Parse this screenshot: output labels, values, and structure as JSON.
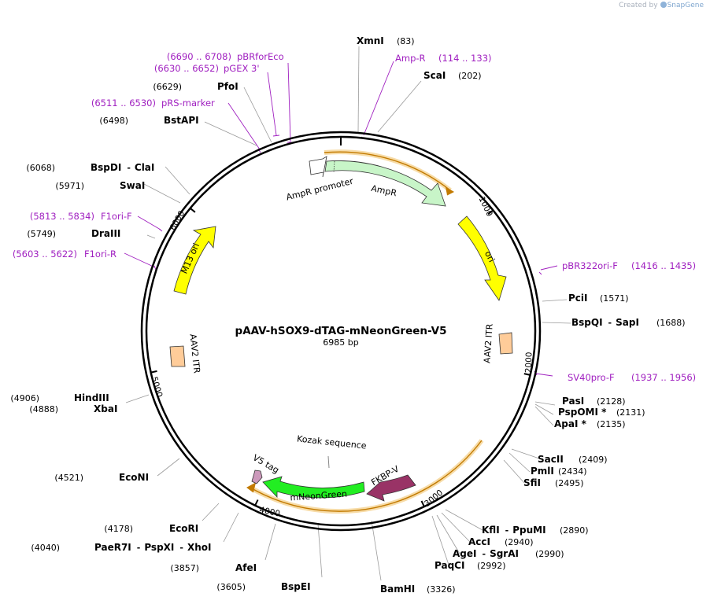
{
  "credit": {
    "prefix": "Created by",
    "brand": "SnapGene"
  },
  "plasmid": {
    "name": "pAAV-hSOX9-dTAG-mNeonGreen-V5",
    "length_label": "6985 bp",
    "length_bp": 6985
  },
  "colors": {
    "primer": "#a020c0",
    "ampr": "#c8f5c8",
    "ori": "#ffff00",
    "itr": "#ffcc99",
    "mneongreen": "#22ee22",
    "fkbp": "#993366",
    "v5": "#cc99bb",
    "orf": "#e0a040",
    "backbone": "#000000"
  },
  "tick_labels": [
    "1000",
    "2000",
    "3000",
    "4000",
    "5000",
    "6000"
  ],
  "sites": [
    {
      "name": "XmnI",
      "pos": "(83)"
    },
    {
      "name": "ScaI",
      "pos": "(202)"
    },
    {
      "name": "PciI",
      "pos": "(1571)"
    },
    {
      "name": "BspQI",
      "sep": "-",
      "name2": "SapI",
      "pos": "(1688)"
    },
    {
      "name": "PasI",
      "pos": "(2128)"
    },
    {
      "name": "PspOMI *",
      "pos": "(2131)"
    },
    {
      "name": "ApaI *",
      "pos": "(2135)"
    },
    {
      "name": "SacII",
      "pos": "(2409)"
    },
    {
      "name": "PmlI",
      "pos": "(2434)"
    },
    {
      "name": "SfiI",
      "pos": "(2495)"
    },
    {
      "name": "KflI",
      "sep": "-",
      "name2": "PpuMI",
      "pos": "(2890)"
    },
    {
      "name": "AccI",
      "pos": "(2940)"
    },
    {
      "name": "AgeI",
      "sep": "-",
      "name2": "SgrAI",
      "pos": "(2990)"
    },
    {
      "name": "PaqCI",
      "pos": "(2992)"
    },
    {
      "name": "BamHI",
      "pos": "(3326)"
    },
    {
      "name": "BspEI",
      "pos": "(3605)"
    },
    {
      "name": "AfeI",
      "pos": "(3857)"
    },
    {
      "name": "PaeR7I",
      "sep": "-",
      "name2": "PspXI",
      "sep2": "-",
      "name3": "XhoI",
      "pos": "(4040)"
    },
    {
      "name": "EcoRI",
      "pos": "(4178)"
    },
    {
      "name": "EcoNI",
      "pos": "(4521)"
    },
    {
      "name": "XbaI",
      "pos": "(4888)"
    },
    {
      "name": "HindIII",
      "pos": "(4906)"
    },
    {
      "name": "DraIII",
      "pos": "(5749)"
    },
    {
      "name": "SwaI",
      "pos": "(5971)"
    },
    {
      "name": "BspDI",
      "sep": "-",
      "name2": "ClaI",
      "pos": "(6068)"
    },
    {
      "name": "BstAPI",
      "pos": "(6498)"
    },
    {
      "name": "PfoI",
      "pos": "(6629)"
    }
  ],
  "primers": [
    {
      "name": "Amp-R",
      "range": "(114 .. 133)"
    },
    {
      "name": "pBR322ori-F",
      "range": "(1416 .. 1435)"
    },
    {
      "name": "SV40pro-F",
      "range": "(1937 .. 1956)"
    },
    {
      "name": "F1ori-R",
      "range": "(5603 .. 5622)"
    },
    {
      "name": "F1ori-F",
      "range": "(5813 .. 5834)"
    },
    {
      "name": "pRS-marker",
      "range": "(6511 .. 6530)"
    },
    {
      "name": "pGEX 3'",
      "range": "(6630 .. 6652)"
    },
    {
      "name": "pBRforEco",
      "range": "(6690 .. 6708)"
    }
  ],
  "features": [
    {
      "name": "AmpR promoter"
    },
    {
      "name": "AmpR"
    },
    {
      "name": "ori"
    },
    {
      "name": "AAV2 ITR"
    },
    {
      "name": "FKBP-V"
    },
    {
      "name": "mNeonGreen"
    },
    {
      "name": "V5 tag"
    },
    {
      "name": "Kozak sequence"
    },
    {
      "name": "AAV2 ITR"
    },
    {
      "name": "M13 ori"
    }
  ]
}
